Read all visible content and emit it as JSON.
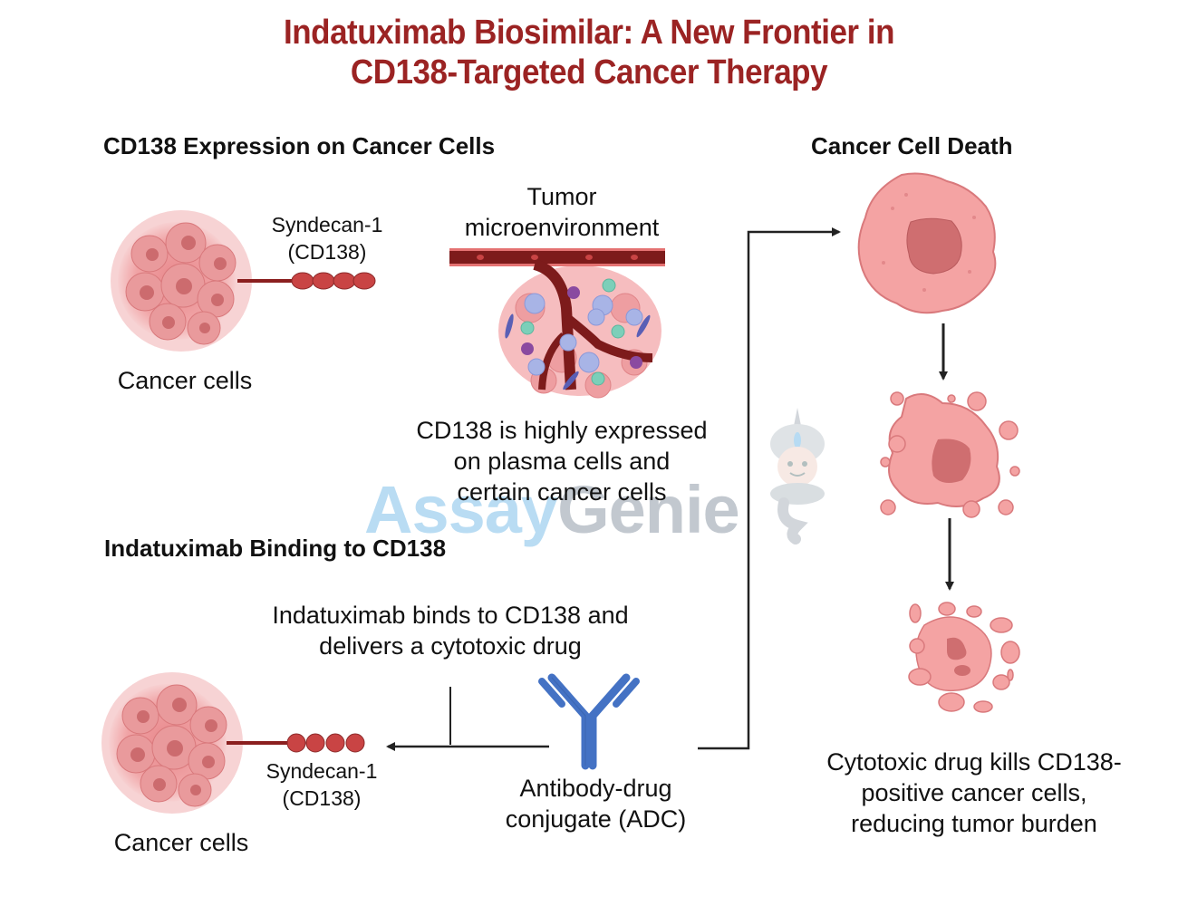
{
  "title": {
    "line1": "Indatuximab Biosimilar: A New Frontier in",
    "line2": "CD138-Targeted Cancer Therapy"
  },
  "colors": {
    "title": "#9b2323",
    "cell_fill": "#f4a3a3",
    "nucleus": "#cf6e70",
    "syndecan": "#c94444",
    "antibody": "#4472c4",
    "vessel": "#7d1b1b",
    "arrow": "#222222"
  },
  "sections": {
    "expression": {
      "heading": "CD138 Expression on Cancer Cells",
      "syndecan_label_1": "Syndecan-1",
      "syndecan_label_2": "(CD138)",
      "cancer_cells_label": "Cancer cells",
      "tme_label_1": "Tumor",
      "tme_label_2": "microenvironment",
      "caption": [
        "CD138 is highly expressed",
        "on plasma cells and",
        "certain cancer cells"
      ]
    },
    "binding": {
      "heading": "Indatuximab Binding to CD138",
      "description": [
        "Indatuximab binds to CD138 and",
        "delivers a cytotoxic drug"
      ],
      "syndecan_label_1": "Syndecan-1",
      "syndecan_label_2": "(CD138)",
      "cancer_cells_label": "Cancer cells",
      "adc_label_1": "Antibody-drug",
      "adc_label_2": "conjugate (ADC)"
    },
    "death": {
      "heading": "Cancer Cell Death",
      "caption": [
        "Cytotoxic drug kills CD138-",
        "positive cancer cells,",
        "reducing tumor burden"
      ]
    }
  },
  "watermark": {
    "part1": "Assay",
    "part2": "Genie",
    "icon": "genie-mascot-icon"
  }
}
